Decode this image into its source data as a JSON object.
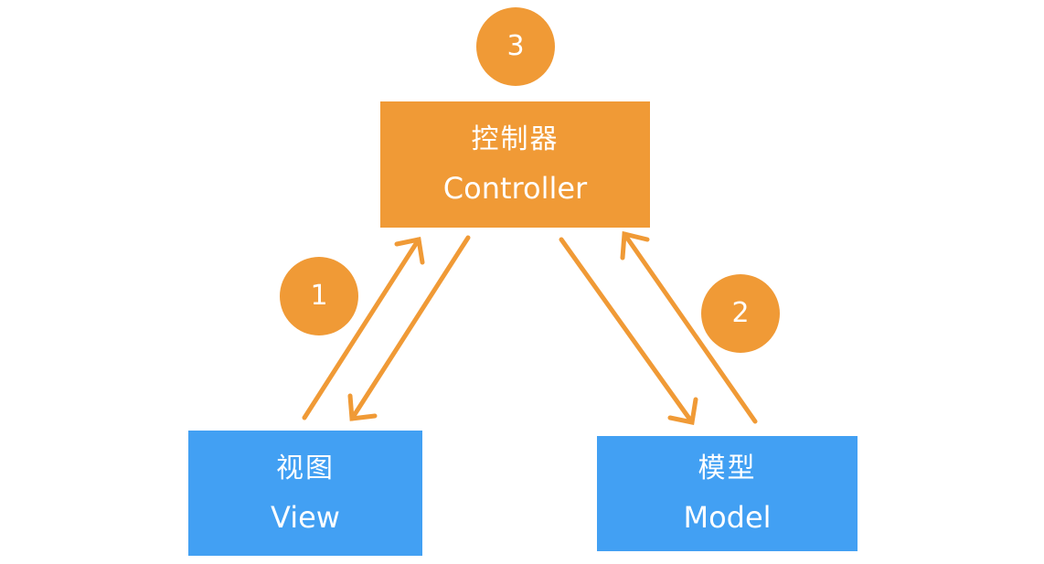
{
  "nodes": {
    "controller": {
      "cn": "控制器",
      "en": "Controller"
    },
    "view": {
      "cn": "视图",
      "en": "View"
    },
    "model": {
      "cn": "模型",
      "en": "Model"
    }
  },
  "badges": {
    "step_1": "1",
    "step_2": "2",
    "step_3": "3"
  },
  "colors": {
    "controller": "#f09a36",
    "view_model": "#42a0f3",
    "arrow": "#f09a36"
  }
}
